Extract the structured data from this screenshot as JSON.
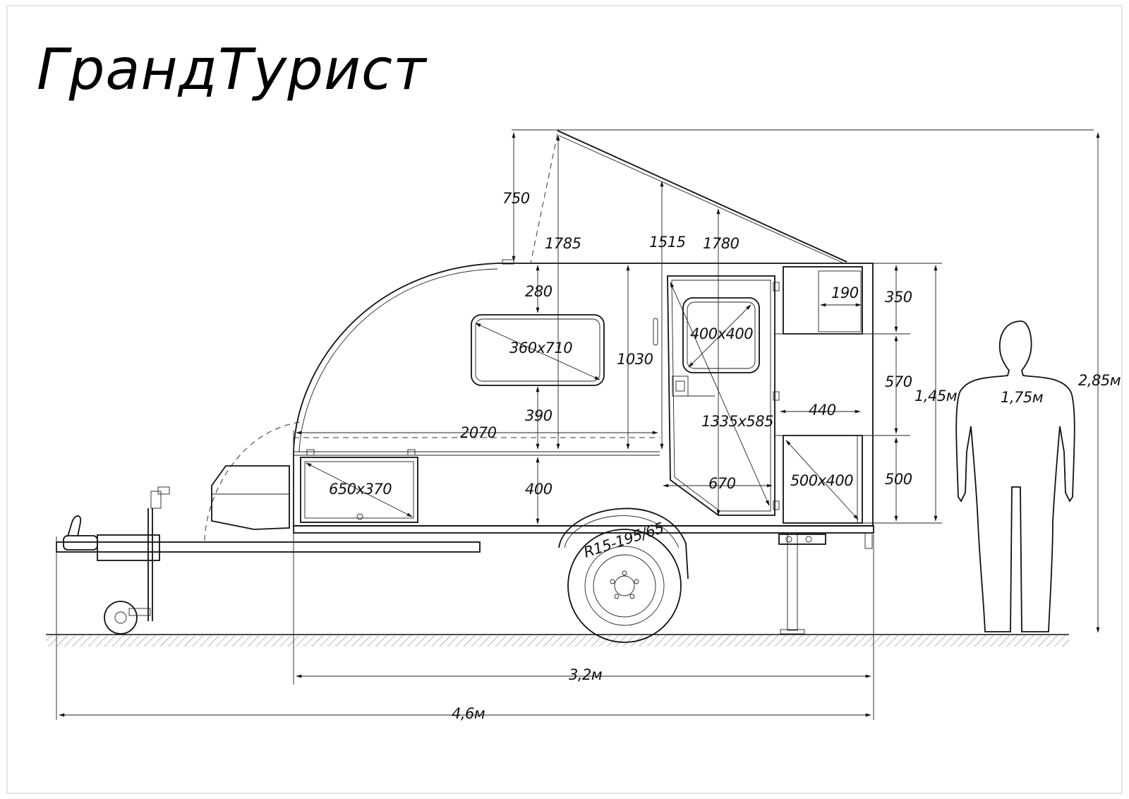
{
  "title": "ГрандТурист",
  "dimensions": {
    "roof_lift_height": "750",
    "front_height": "1785",
    "mid_height": "1515",
    "door_height": "1780",
    "top_gap": "280",
    "body_height": "1030",
    "window_size": "360x710",
    "door_window_size": "400x400",
    "window_lower_gap": "390",
    "interior_length": "2070",
    "hatch_size": "650x370",
    "floor_height": "400",
    "door_size": "1335x585",
    "door_width": "670",
    "rear_upper": "350",
    "rear_middle": "570",
    "rear_lower": "500",
    "rear_shelf_depth": "190",
    "rear_shelf_width": "440",
    "rear_locker_size": "500x400",
    "total_body_height": "1,45м",
    "overall_height": "2,85м",
    "person_height": "1,75м",
    "body_length": "3,2м",
    "overall_length": "4,6м"
  },
  "tire_label": "R15-195/65"
}
